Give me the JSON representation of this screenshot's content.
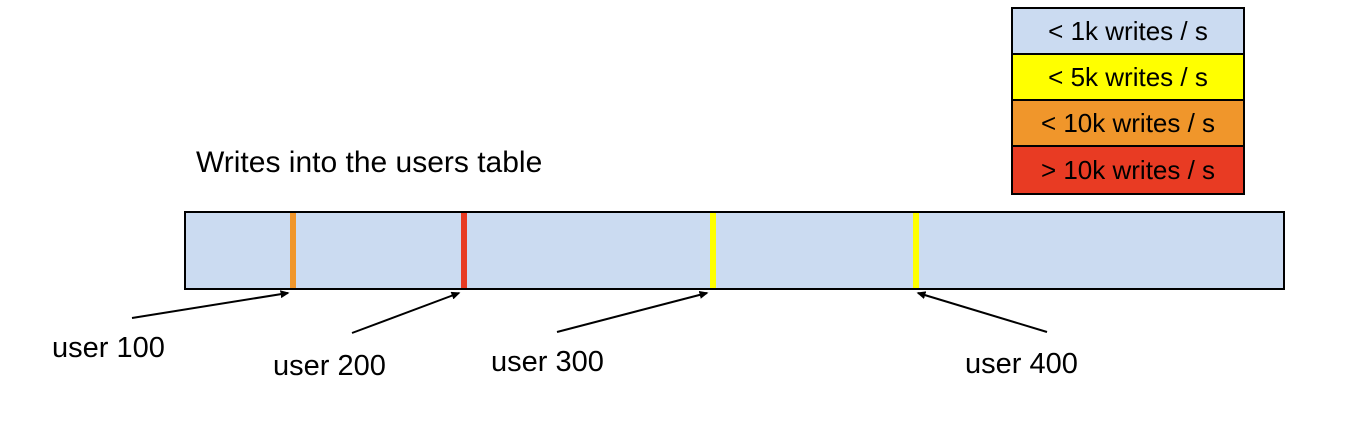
{
  "title": "Writes into the users table",
  "colors": {
    "bar_fill": "#cbdbf1",
    "border": "#000000",
    "legend_lt_1k": "#cbdbf1",
    "legend_lt_5k": "#ffff00",
    "legend_lt_10k": "#f0962b",
    "legend_gt_10k": "#e83b23"
  },
  "legend": {
    "items": [
      {
        "label": "< 1k writes / s",
        "color": "#cbdbf1"
      },
      {
        "label": "< 5k writes / s",
        "color": "#ffff00"
      },
      {
        "label": "< 10k writes / s",
        "color": "#f0962b"
      },
      {
        "label": "> 10k writes / s",
        "color": "#e83b23"
      }
    ]
  },
  "bar": {
    "fill": "#cbdbf1",
    "markers": [
      {
        "user": "user 100",
        "rate": "< 10k writes / s",
        "color": "#f0962b",
        "left": "9.5%"
      },
      {
        "user": "user 200",
        "rate": "> 10k writes / s",
        "color": "#e83b23",
        "left": "25.1%"
      },
      {
        "user": "user 300",
        "rate": "< 5k writes / s",
        "color": "#ffff00",
        "left": "47.8%"
      },
      {
        "user": "user 400",
        "rate": "< 5k writes / s",
        "color": "#ffff00",
        "left": "66.3%"
      }
    ]
  },
  "labels": {
    "user100": "user 100",
    "user200": "user 200",
    "user300": "user 300",
    "user400": "user 400"
  }
}
